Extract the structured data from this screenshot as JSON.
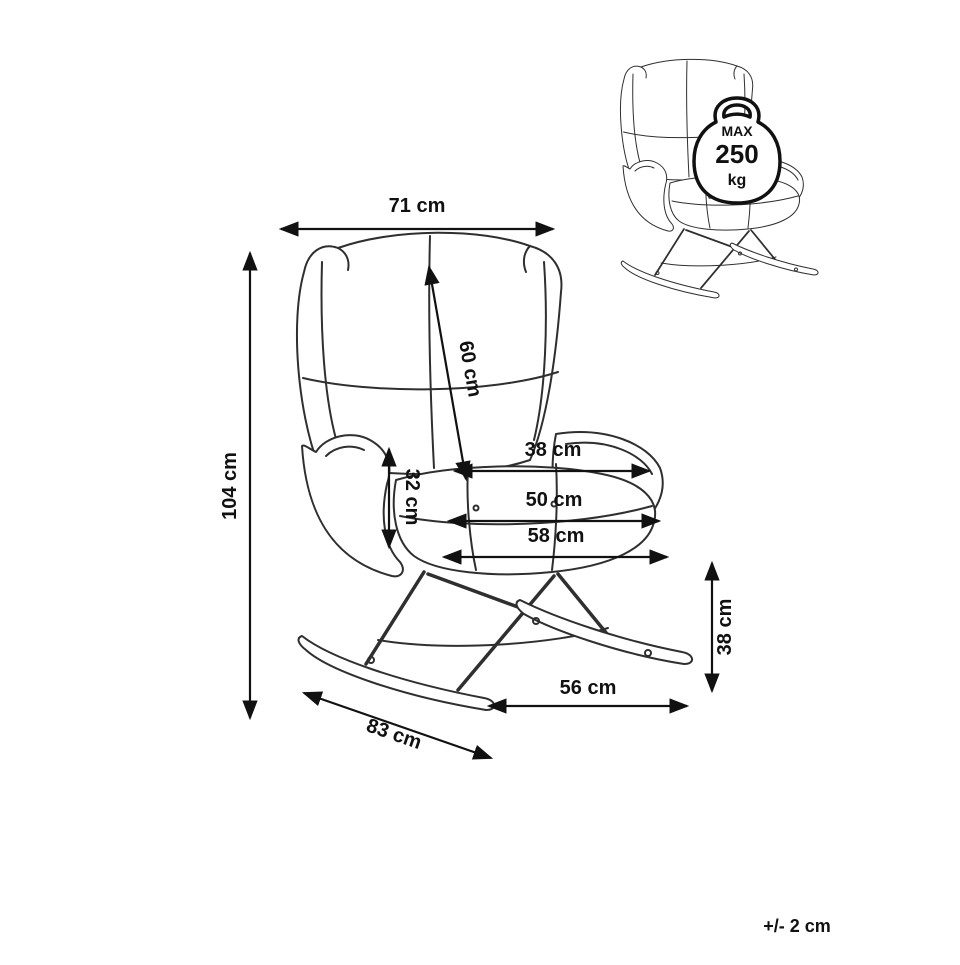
{
  "diagram": {
    "dimensions": {
      "top_width": "71 cm",
      "overall_height": "104 cm",
      "backrest_length": "60 cm",
      "armrest_height": "32 cm",
      "seat_depth": "38 cm",
      "seat_width": "50 cm",
      "seat_outer_width": "58 cm",
      "rocker_height": "38 cm",
      "base_depth": "56 cm",
      "rocker_length": "83 cm"
    },
    "weight_badge": {
      "label": "MAX",
      "value": "250",
      "unit": "kg"
    },
    "tolerance_note": "+/- 2 cm",
    "colors": {
      "line": "#2f2f2f",
      "dimension": "#111111",
      "background": "#ffffff"
    }
  }
}
